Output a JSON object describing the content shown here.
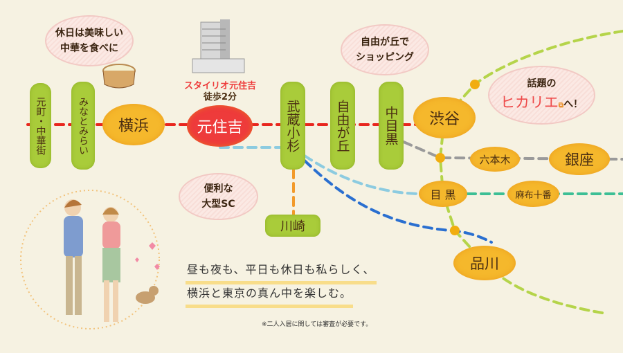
{
  "bubbles": {
    "chinatown": [
      "休日は美味しい",
      "中華を食べに"
    ],
    "jiyugaoka": [
      "自由が丘で",
      "ショッピング"
    ],
    "hikarie": {
      "line1": "話題の",
      "highlight": "ヒカリエ",
      "suffix": "へ！"
    },
    "kawasaki": [
      "便利な",
      "大型SC"
    ]
  },
  "property": {
    "name": "スタイリオ元住吉",
    "walk": "徒歩2分"
  },
  "stations": {
    "motomachi": "元町・中華街",
    "minatomirai": "みなとみらい",
    "yokohama": "横浜",
    "motosumiyoshi": "元住吉",
    "musashikosugi": "武蔵小杉",
    "jiyugaoka": "自由が丘",
    "nakameguro": "中目黒",
    "shibuya": "渋谷",
    "roppongi": "六本木",
    "ginza": "銀座",
    "meguro": "目 黒",
    "azabujuban": "麻布十番",
    "shinagawa": "品川",
    "kawasaki": "川崎"
  },
  "copy": [
    "昼も夜も、平日も休日も私らしく、",
    "横浜と東京の真ん中を楽しむ。"
  ],
  "footnote": "※二人入居に関しては審査が必要です。",
  "colors": {
    "toyoko": "#e8261e",
    "yamanote": "#b5d44a",
    "hibiya": "#9a9a9a",
    "nambu": "#8ccbe0",
    "yokosuka": "#2a6fd0",
    "namboku": "#3dbf95",
    "kawasaki": "#f29a2a",
    "station": "#f5b82c",
    "highlight": "#ee3b3b"
  }
}
